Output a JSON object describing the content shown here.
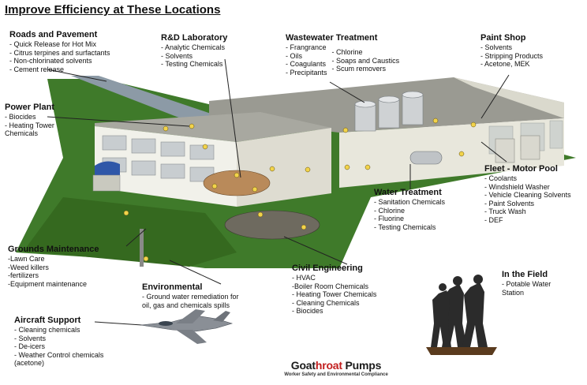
{
  "title": "Improve Efficiency at These Locations",
  "sections": {
    "roads": {
      "heading": "Roads and Pavement",
      "items": [
        "- Quick Release for Hot Mix",
        "- Citrus terpines and surfactants",
        "- Non-chlorinated solvents",
        "- Cement release"
      ]
    },
    "rd_lab": {
      "heading": "R&D Laboratory",
      "items": [
        "- Analytic Chemicals",
        "- Solvents",
        "- Testing Chemicals"
      ]
    },
    "wastewater": {
      "heading": "Wastewater Treatment",
      "col1": [
        "- Frangrance",
        "- Oils",
        "- Coagulants",
        "- Precipitants"
      ],
      "col2": [
        "- Chlorine",
        "- Soaps and Caustics",
        "- Scum removers"
      ]
    },
    "paint_shop": {
      "heading": "Paint Shop",
      "items": [
        "- Solvents",
        "- Stripping Products",
        "- Acetone, MEK"
      ]
    },
    "power_plant": {
      "heading": "Power Plant",
      "items": [
        "- Biocides",
        "- Heating Tower",
        "  Chemicals"
      ]
    },
    "fleet": {
      "heading": "Fleet - Motor Pool",
      "items": [
        "- Coolants",
        "- Windshield Washer",
        "- Vehicle Cleaning Solvents",
        "- Paint Solvents",
        "- Truck Wash",
        "- DEF"
      ]
    },
    "water": {
      "heading": "Water Treatment",
      "items": [
        "- Sanitation Chemicals",
        "- Chlorine",
        "- Fluorine",
        "- Testing Chemicals"
      ]
    },
    "grounds": {
      "heading": "Grounds Maintenance",
      "items": [
        "-Lawn Care",
        "-Weed killers",
        "-fertilizers",
        "-Equipment maintenance"
      ]
    },
    "civil": {
      "heading": "Civil Engineering",
      "items": [
        "- HVAC",
        "   -Boiler Room Chemicals",
        "- Heating Tower Chemicals",
        "- Cleaning Chemicals",
        "- Biocides"
      ]
    },
    "environmental": {
      "heading": "Environmental",
      "items": [
        "- Ground water remediation for",
        "  oil, gas and chemicals spills"
      ]
    },
    "field": {
      "heading": "In the Field",
      "items": [
        "- Potable Water",
        "  Station"
      ]
    },
    "aircraft": {
      "heading": "Aircraft Support",
      "items": [
        "- Cleaning chemicals",
        "- Solvents",
        "- De-icers",
        "- Weather Control chemicals",
        "  (acetone)"
      ]
    }
  },
  "logo": {
    "brand_part1": "Goat",
    "brand_part2": "hroat",
    "brand_part3": " Pumps",
    "tagline": "Worker Safety and Environmental Compliance"
  },
  "colors": {
    "grass": "#3f7a2a",
    "roof": "#9a9a92",
    "wall": "#f1f1ea",
    "road": "#8c9aa6",
    "accent_red": "#c21e1e"
  }
}
